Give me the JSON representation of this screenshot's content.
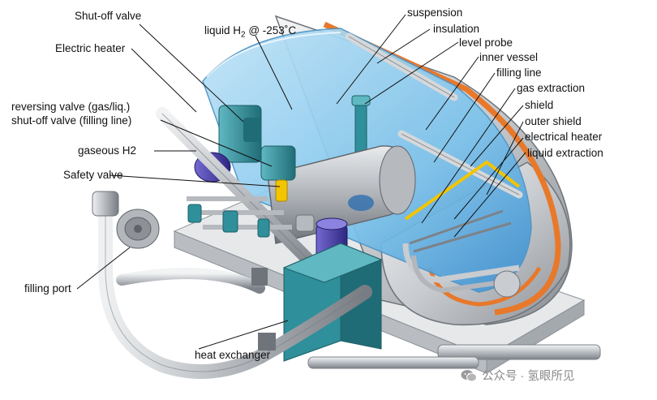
{
  "labels": {
    "shutoff_valve": "Shut-off valve",
    "liquid_h2_prefix": "liquid H",
    "liquid_h2_sub": "2",
    "liquid_h2_suffix": " @ -253˚C",
    "electric_heater": "Electric heater",
    "reversing_valve": "reversing valve (gas/liq.)",
    "shutoff_filling": "shut-off valve (filling line)",
    "gaseous_h2": "gaseous H2",
    "safety_valve": "Safety valve",
    "filling_port": "filling port",
    "heat_exchanger": "heat exchanger",
    "suspension": "suspension",
    "insulation": "insulation",
    "level_probe": "level probe",
    "inner_vessel": "inner vessel",
    "filling_line": "filling line",
    "gas_extraction": "gas extraction",
    "shield": "shield",
    "outer_shield": "outer shield",
    "electrical_heater": "electrical heater",
    "liquid_extraction": "liquid extraction"
  },
  "watermark": {
    "text": "公众号 · 氢眼所见",
    "icon": "wechat-icon"
  },
  "colors": {
    "liquid": "#7cc3ec",
    "insulation": "#e8782a",
    "valve_teal": "#2f8f9a",
    "heater_purple": "#4a3fa8",
    "safety_yellow": "#f2c500",
    "shell_grey": "#c9ccd0"
  }
}
